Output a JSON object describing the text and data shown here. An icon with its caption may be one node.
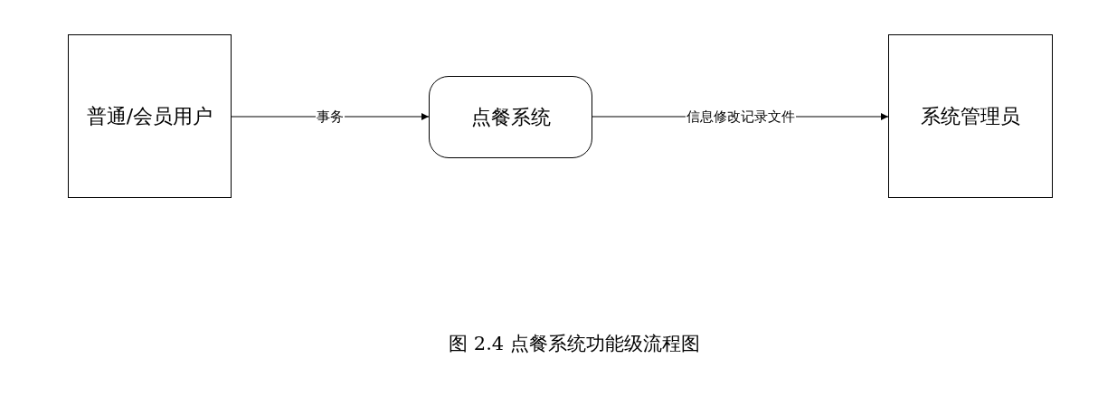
{
  "diagram": {
    "caption": "图 2.4 点餐系统功能级流程图",
    "nodes": [
      {
        "text": [
          "普通/会员用户"
        ]
      },
      {
        "text": [
          "点餐系统"
        ]
      },
      {
        "text": [
          "系统管理员"
        ]
      }
    ],
    "edges": [
      {
        "from": 0,
        "to": 1,
        "arrow": "to",
        "label": "事务"
      },
      {
        "from": 1,
        "to": 2,
        "arrow": "to",
        "label": "信息修改记录文件"
      }
    ]
  }
}
